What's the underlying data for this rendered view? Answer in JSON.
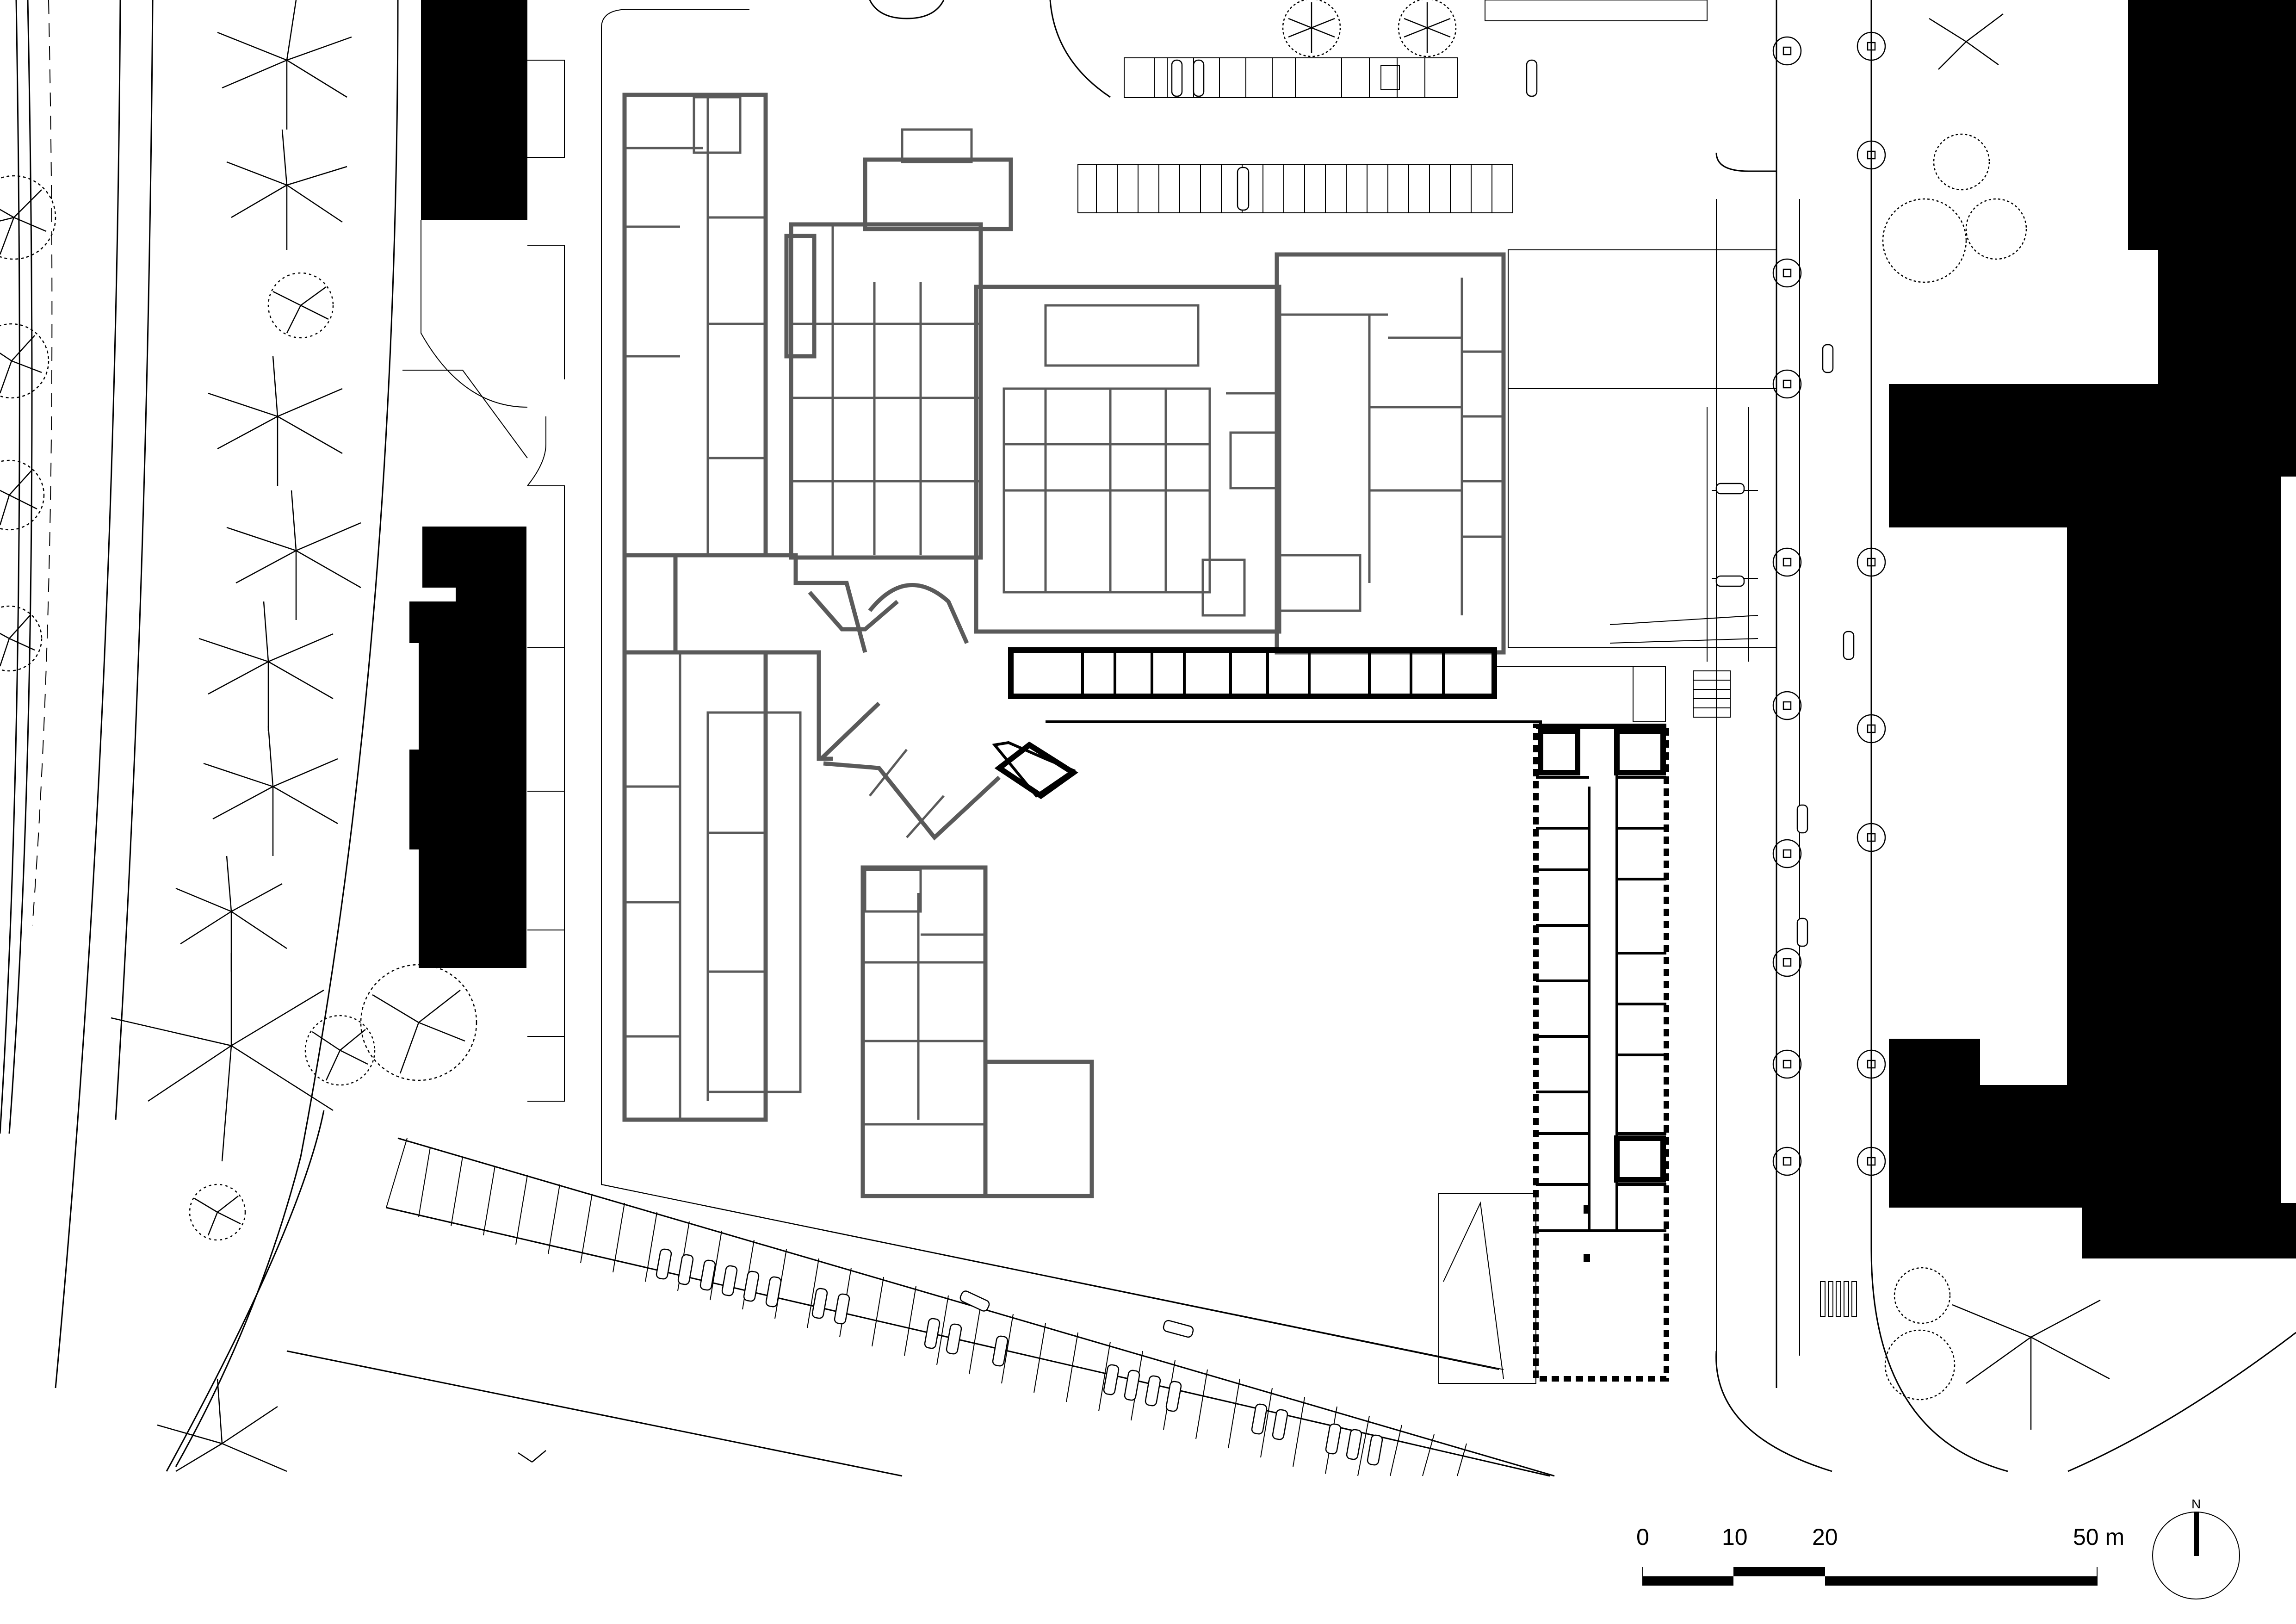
{
  "drawing": {
    "type": "site-plan",
    "background": "#ffffff",
    "colors": {
      "neighbor_buildings": "#000000",
      "existing_walls": "#5a5a5a",
      "new_wing_walls": "#000000",
      "linework": "#000000"
    },
    "elements": [
      "neighbor-building-west-north",
      "neighbor-building-west-south",
      "neighbor-building-east",
      "existing-hospital-complex",
      "new-east-wing",
      "north-parking",
      "south-parking",
      "east-street",
      "west-tree-avenue"
    ]
  },
  "scale_bar": {
    "labels": [
      "0",
      "10",
      "20",
      "50 m"
    ],
    "ticks_m": [
      0,
      10,
      20,
      50
    ],
    "unit": "m"
  },
  "north_arrow": {
    "label": "N"
  }
}
